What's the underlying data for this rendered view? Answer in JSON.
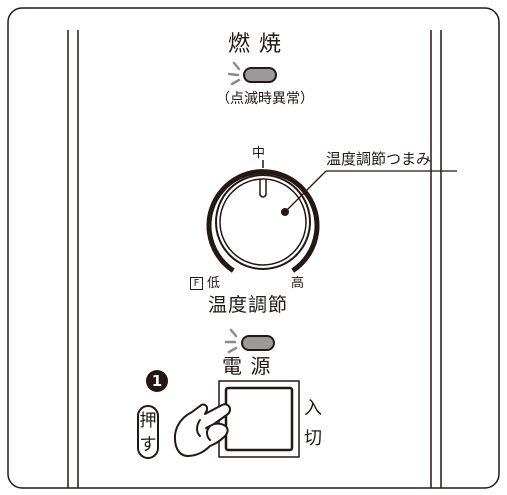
{
  "labels": {
    "combustion": "燃 焼",
    "blink_note": "（点滅時異常）",
    "dial_mid": "中",
    "dial_callout": "温度調節つまみ",
    "dial_low_box": "F",
    "dial_low": "低",
    "dial_high": "高",
    "temp_control": "温度調節",
    "power": "電 源",
    "switch_on": "入",
    "switch_off": "切",
    "step_number": "1",
    "push_char1": "押",
    "push_char2": "す"
  },
  "colors": {
    "ink": "#231815",
    "lamp": "#9a9a9a",
    "ray": "#8c8c8c"
  }
}
